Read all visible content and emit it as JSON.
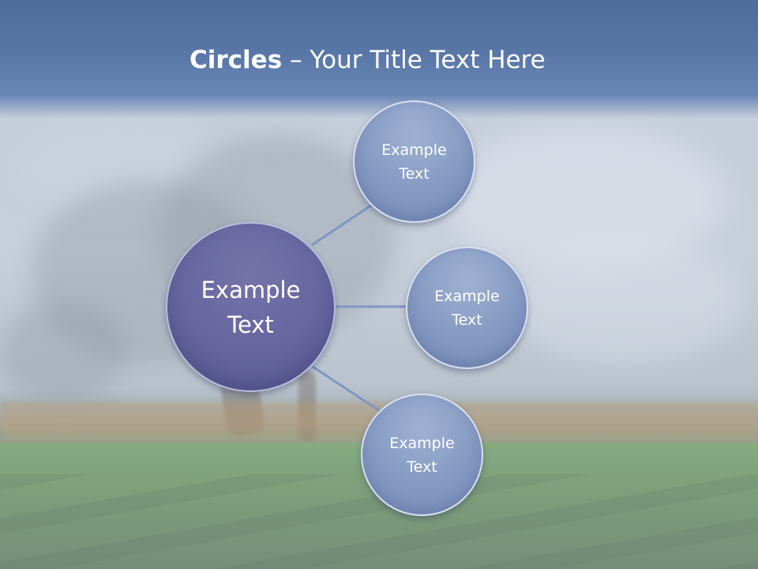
{
  "title": {
    "bold": "Circles",
    "rest": " – Your Title Text Here"
  },
  "diagram": {
    "center": {
      "label_line1": "Example",
      "label_line2": "Text"
    },
    "nodes": [
      {
        "label_line1": "Example",
        "label_line2": "Text"
      },
      {
        "label_line1": "Example",
        "label_line2": "Text"
      },
      {
        "label_line1": "Example",
        "label_line2": "Text"
      }
    ]
  },
  "colors": {
    "title_band": "#5877a6",
    "center_circle": "#66659f",
    "node_circle": "#8499c2",
    "connector": "#7f97c3"
  }
}
